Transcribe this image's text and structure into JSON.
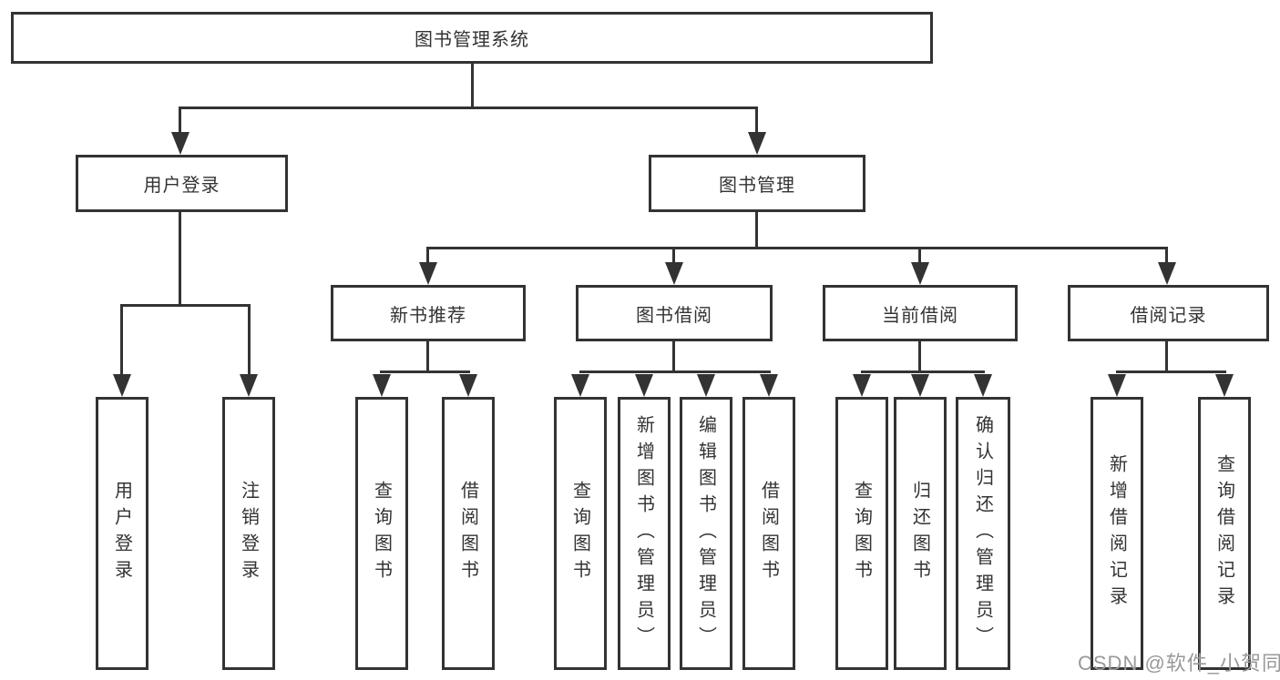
{
  "tree": {
    "label": "图书管理系统",
    "children": [
      {
        "label": "用户登录",
        "children": [
          {
            "label": "用户登录"
          },
          {
            "label": "注销登录"
          }
        ]
      },
      {
        "label": "图书管理",
        "children": [
          {
            "label": "新书推荐",
            "children": [
              {
                "label": "查询图书"
              },
              {
                "label": "借阅图书"
              }
            ]
          },
          {
            "label": "图书借阅",
            "children": [
              {
                "label": "查询图书"
              },
              {
                "label": "新增图书（管理员）"
              },
              {
                "label": "编辑图书（管理员）"
              },
              {
                "label": "借阅图书"
              }
            ]
          },
          {
            "label": "当前借阅",
            "children": [
              {
                "label": "查询图书"
              },
              {
                "label": "归还图书"
              },
              {
                "label": "确认归还（管理员）"
              }
            ]
          },
          {
            "label": "借阅记录",
            "children": [
              {
                "label": "新增借阅记录"
              },
              {
                "label": "查询借阅记录"
              }
            ]
          }
        ]
      }
    ]
  },
  "watermark": "CSDN @软件_小贺同学",
  "colors": {
    "line": "#333333",
    "text": "#333333",
    "watermark": "#999999",
    "background": "#ffffff"
  }
}
